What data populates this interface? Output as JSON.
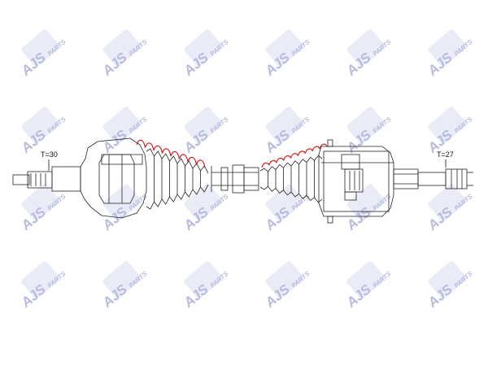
{
  "watermark": {
    "brand": "AJS",
    "sub": "PARTS",
    "icon": "ajs-parts-logo",
    "color": "#3340a8",
    "shade": "#c3c9e8",
    "opacity": 0.35,
    "rows": 4,
    "cols": 6
  },
  "labels": {
    "left_teeth": "T=30",
    "right_teeth": "T=27"
  },
  "colors": {
    "line": "#222222",
    "spring": "#d02020"
  }
}
